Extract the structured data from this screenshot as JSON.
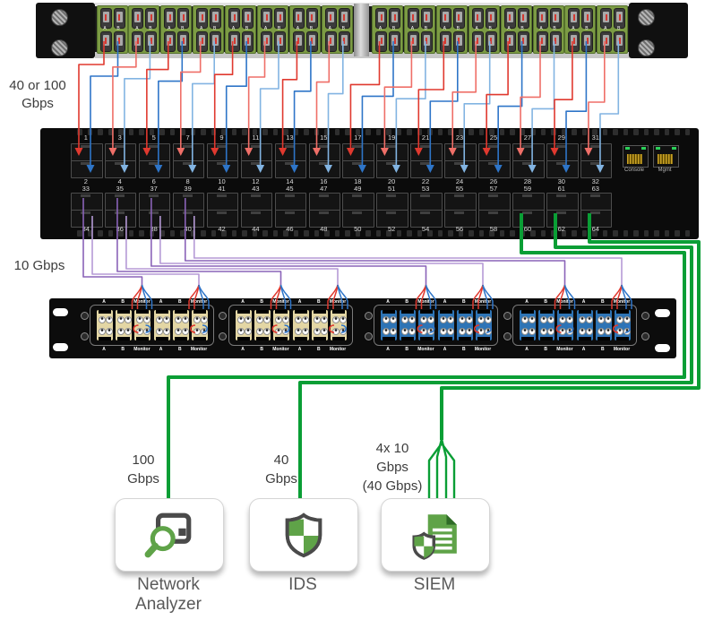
{
  "diagram": {
    "left_labels": {
      "top": "40 or 100\nGbps",
      "mid": "10 Gbps"
    },
    "patch_panel": {
      "modules": 16,
      "connector_letters": [
        "A",
        "B"
      ]
    },
    "switch": {
      "row1_numbers": [
        "1",
        "3",
        "5",
        "7",
        "9",
        "11",
        "13",
        "15",
        "17",
        "19",
        "21",
        "23",
        "25",
        "27",
        "29",
        "31"
      ],
      "row2_numbers": [
        "2",
        "4",
        "6",
        "8",
        "10",
        "12",
        "14",
        "16",
        "18",
        "20",
        "22",
        "24",
        "26",
        "28",
        "30",
        "32"
      ],
      "row3_numbers": [
        "33",
        "35",
        "37",
        "39",
        "41",
        "43",
        "45",
        "47",
        "49",
        "51",
        "53",
        "55",
        "57",
        "59",
        "61",
        "63"
      ],
      "row4_numbers": [
        "34",
        "36",
        "38",
        "40",
        "42",
        "44",
        "46",
        "48",
        "50",
        "52",
        "54",
        "56",
        "58",
        "60",
        "62",
        "64"
      ],
      "console_label": "Console",
      "mgmt_label": "Mgmt"
    },
    "tap_panel": {
      "cassettes": 4,
      "group_labels": [
        "A",
        "B",
        "Monitor",
        "A",
        "B",
        "Monitor"
      ]
    },
    "endpoints": [
      {
        "name": "Network Analyzer",
        "rate": "100\nGbps",
        "icon": "network-analyzer-icon"
      },
      {
        "name": "IDS",
        "rate": "40\nGbps",
        "icon": "ids-shield-icon"
      },
      {
        "name": "SIEM",
        "rate": "4x 10\nGbps\n(40 Gbps)",
        "icon": "siem-document-shield-icon"
      }
    ],
    "colors": {
      "red_wire": "#e0392f",
      "red_wire_light": "#ef6f68",
      "blue_wire": "#2e75c8",
      "blue_wire_light": "#82b4e2",
      "purple_wire": "#8a63b8",
      "purple_wire_light": "#b59ad6",
      "green_wire": "#0a9e35",
      "module_green": "#7c9b44",
      "tap_yellow": "#e3d6a4",
      "tap_blue": "#2e74b5"
    }
  }
}
